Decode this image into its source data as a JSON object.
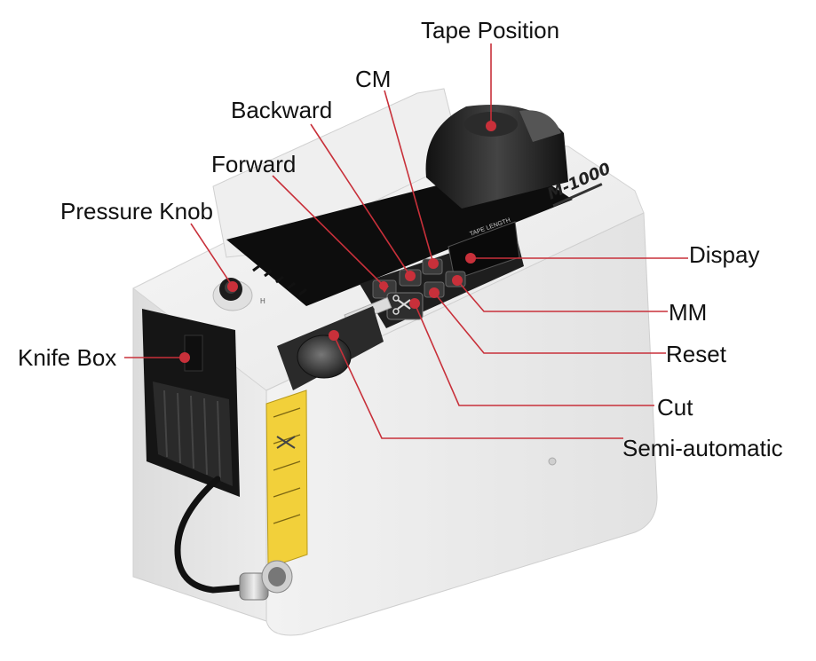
{
  "labels": {
    "tape_position": "Tape Position",
    "cm": "CM",
    "backward": "Backward",
    "forward": "Forward",
    "pressure_knob": "Pressure Knob",
    "dispay": "Dispay",
    "mm": "MM",
    "reset": "Reset",
    "knife_box": "Knife Box",
    "cut": "Cut",
    "semi_automatic": "Semi-automatic"
  },
  "device": {
    "model_mark": "M-1000",
    "auto_plate": "AUTO",
    "display_header": "TAPE LENGTH"
  },
  "colors": {
    "leader": "#c8303a",
    "body": "#eeeeee",
    "panel": "#2a2a2a",
    "warning_label": "#f2d03a"
  }
}
